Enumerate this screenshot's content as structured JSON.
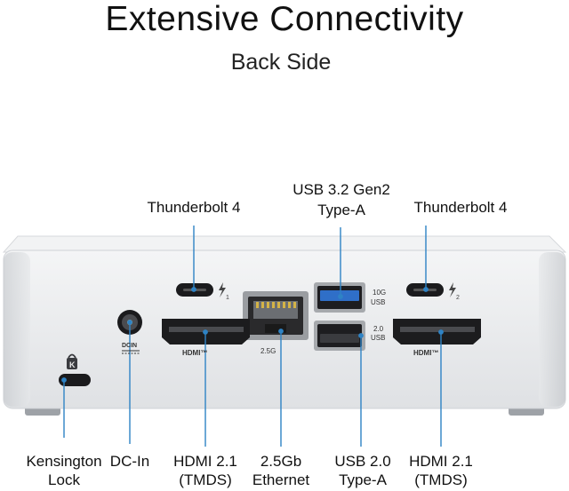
{
  "heading": {
    "title": "Extensive Connectivity",
    "subtitle": "Back Side"
  },
  "top_labels": {
    "tb4_left": "Thunderbolt  4",
    "usb32_line1": "USB 3.2 Gen2",
    "usb32_line2": "Type-A",
    "tb4_right": "Thunderbolt  4"
  },
  "bottom_labels": {
    "kensington_line1": "Kensington",
    "kensington_line2": "Lock",
    "dcin": "DC-In",
    "hdmi_left_line1": "HDMI 2.1",
    "hdmi_left_line2": "(TMDS)",
    "ethernet_line1": "2.5Gb",
    "ethernet_line2": "Ethernet",
    "usb20_line1": "USB 2.0",
    "usb20_line2": "Type-A",
    "hdmi_right_line1": "HDMI 2.1",
    "hdmi_right_line2": "(TMDS)"
  },
  "port_markings": {
    "usb_10g": "10G",
    "usb_10g_usb": "USB",
    "usb_20": "2.0",
    "usb_20_usb": "USB",
    "eth_speed": "2.5G",
    "dcin": "DCIN",
    "hdmi_logo": "HDMI™",
    "tb_left_num": "1",
    "tb_right_num": "2",
    "kensington_icon_letter": "K"
  },
  "colors": {
    "callout_line": "#2e83c5",
    "usb3_blue": "#2f6fc8",
    "chassis": "#e9eaec"
  }
}
